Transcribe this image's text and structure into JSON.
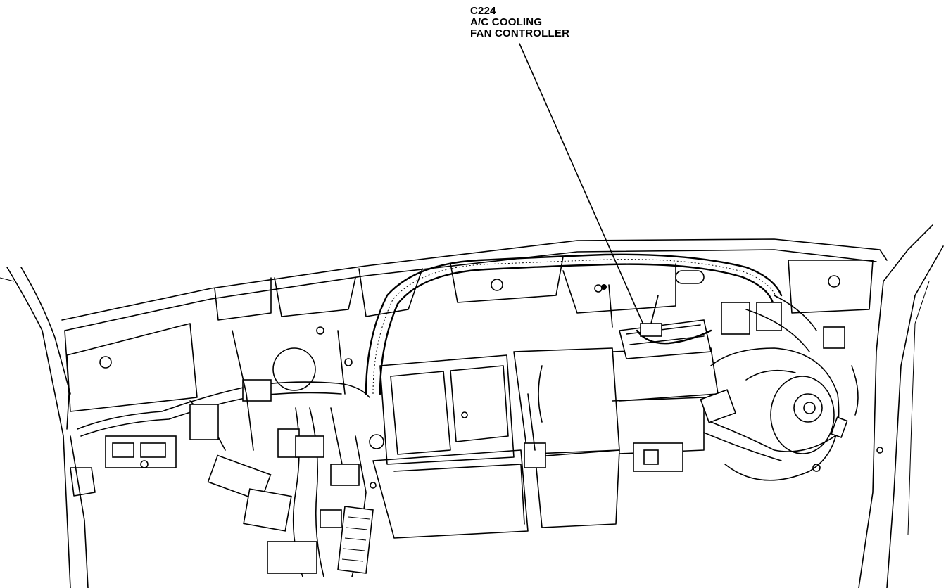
{
  "callout": {
    "connector_id": "C224",
    "line1": "A/C COOLING",
    "line2": "FAN CONTROLLER"
  }
}
